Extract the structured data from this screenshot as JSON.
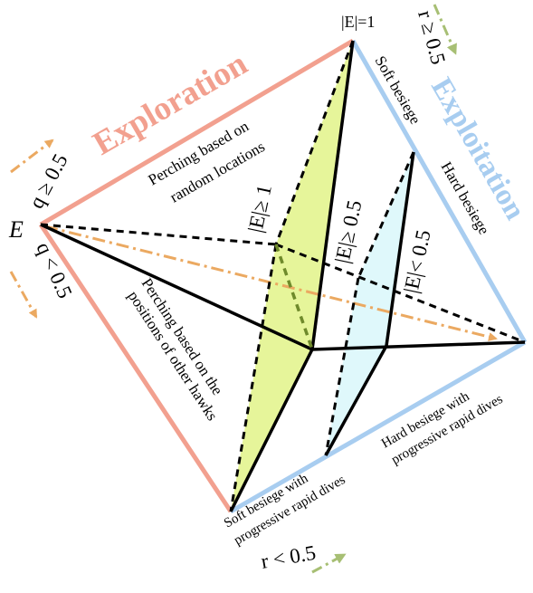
{
  "colors": {
    "exploration": "#f2a08f",
    "exploitation": "#a8cdf0",
    "soft_fill": "#e6f59a",
    "hard_fill": "#dff8fb",
    "orange_arrow": "#eba961",
    "green_arrow": "#a7bf74"
  },
  "titles": {
    "exploration": "Exploration",
    "exploitation": "Exploitation"
  },
  "vertices": {
    "left": "E",
    "top": "|E|=1"
  },
  "conditions": {
    "q_ge": "q ≥ 0.5",
    "q_lt": "q < 0.5",
    "r_ge": "r ≥ 0.5",
    "r_lt": "r < 0.5",
    "e_ge_1": "|E|≥ 1",
    "e_ge_05": "|E|≥ 0.5",
    "e_lt_05": "|E|< 0.5"
  },
  "strategies": {
    "perch_random_1": "Perching based on",
    "perch_random_2": "random locations",
    "perch_hawks_1": "Perching based on the",
    "perch_hawks_2": "positions of other hawks",
    "soft_besiege": "Soft besiege",
    "hard_besiege": "Hard besiege",
    "soft_dive_1": "Soft besiege with",
    "soft_dive_2": "progressive rapid dives",
    "hard_dive_1": "Hard besiege with",
    "hard_dive_2": "progressive rapid dives"
  }
}
